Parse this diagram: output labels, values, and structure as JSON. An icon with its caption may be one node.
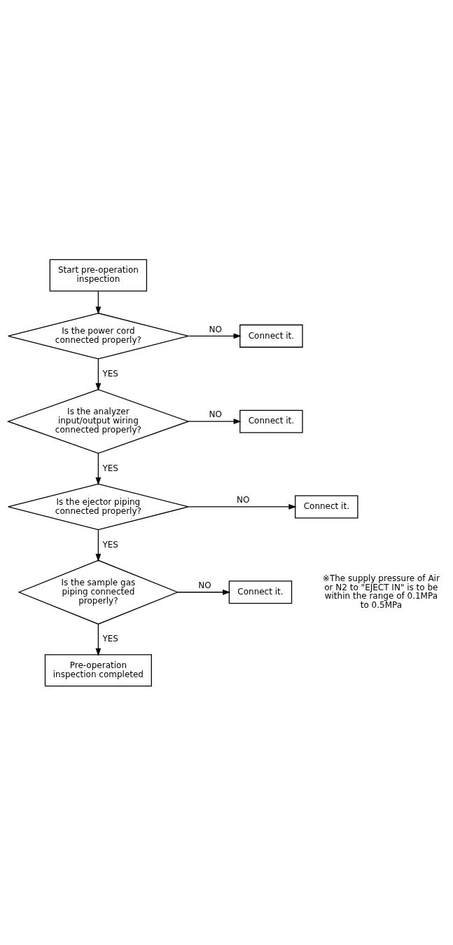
{
  "diagram": {
    "nodes": [
      {
        "text": [
          "Start pre-operation inspection"
        ]
      },
      {
        "text": [
          "Is the power cord connected properly?"
        ]
      },
      {
        "text": [
          "Connect it."
        ]
      },
      {
        "text": [
          "Is the analyzer input/output wiring connected properly?"
        ]
      },
      {
        "text": [
          "Connect it."
        ]
      },
      {
        "text": [
          "Is the ejector piping connected properly?"
        ]
      },
      {
        "text": [
          "Connect it."
        ]
      },
      {
        "text": [
          "Is the sample gas piping connected properly?"
        ]
      },
      {
        "text": [
          "Connect it."
        ]
      },
      {
        "text": [
          "Pre-operation inspection completed"
        ]
      }
    ],
    "edges": [
      {
        "from": 0,
        "to": 1,
        "arrow": "to"
      },
      {
        "from": 1,
        "to": 2,
        "arrow": "to",
        "label": "NO"
      },
      {
        "from": 1,
        "to": 3,
        "arrow": "to",
        "label": "YES"
      },
      {
        "from": 3,
        "to": 4,
        "arrow": "to",
        "label": "NO"
      },
      {
        "from": 3,
        "to": 5,
        "arrow": "to",
        "label": "YES"
      },
      {
        "from": 5,
        "to": 6,
        "arrow": "to",
        "label": "NO"
      },
      {
        "from": 5,
        "to": 7,
        "arrow": "to",
        "label": "YES"
      },
      {
        "from": 7,
        "to": 8,
        "arrow": "to",
        "label": "NO"
      },
      {
        "from": 7,
        "to": 9,
        "arrow": "to",
        "label": "YES"
      }
    ],
    "labels": [
      "※The supply pressure of Air or N2 to \"EJECT IN\" is to be within the range of 0.1MPa to 0.5MPa"
    ]
  }
}
